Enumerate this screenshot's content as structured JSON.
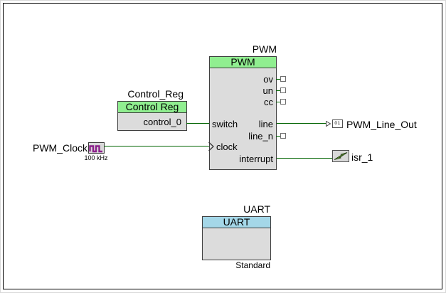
{
  "schematic": {
    "pwm": {
      "title": "PWM",
      "header": "PWM",
      "pin_switch": "switch",
      "pin_clock": "clock",
      "pin_ov": "ov",
      "pin_un": "un",
      "pin_cc": "cc",
      "pin_line": "line",
      "pin_line_n": "line_n",
      "pin_interrupt": "interrupt"
    },
    "control_reg": {
      "title": "Control_Reg",
      "header": "Control Reg",
      "pin_control": "control_0"
    },
    "uart": {
      "title": "UART",
      "header": "UART",
      "variant": "Standard"
    },
    "clock_source": {
      "label": "PWM_Clock",
      "frequency": "100 kHz"
    },
    "output_pin": {
      "label": "PWM_Line_Out",
      "icon_text": "01"
    },
    "interrupt_comp": {
      "label": "isr_1"
    },
    "colors": {
      "header_green": "#90EE90",
      "header_blue": "#A4D7E8",
      "component_body": "#DCDCDC",
      "component_border": "#3f3f3f",
      "wire": "#006400",
      "clock_waveform": "#8B1F8B",
      "isr_bolt": "#6da33a"
    }
  }
}
